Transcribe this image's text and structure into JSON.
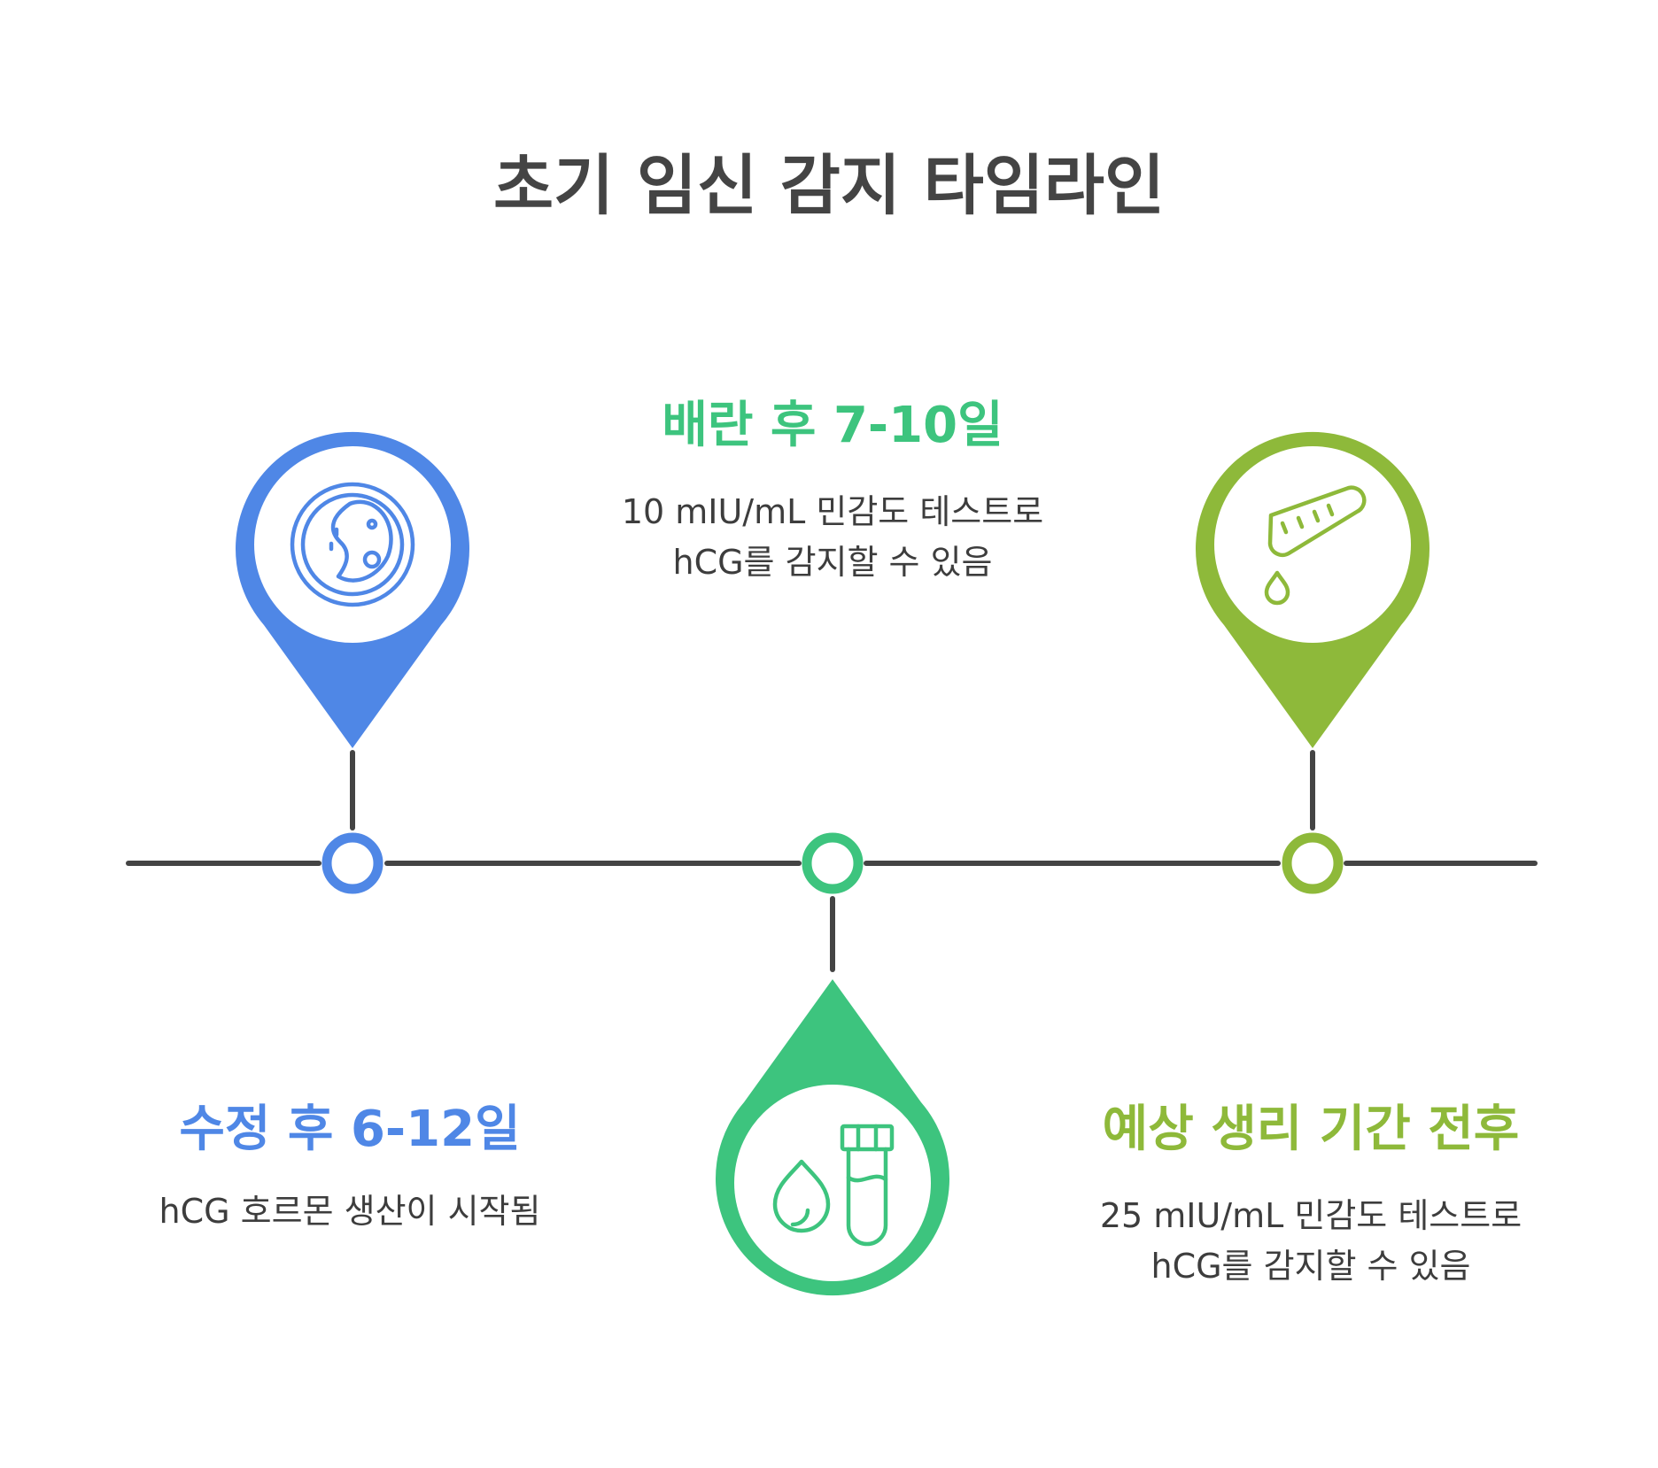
{
  "title": "초기 임신 감지 타임라인",
  "milestones": [
    {
      "heading": "수정 후 6-12일",
      "description": "hCG 호르몬 생산이 시작됨",
      "color": "#4f87e6",
      "icon": "cell-dish-icon"
    },
    {
      "heading": "배란 후 7-10일",
      "description": "10 mIU/mL 민감도 테스트로 hCG를 감지할 수 있음",
      "color": "#3dc47e",
      "icon": "blood-drop-test-tube-icon"
    },
    {
      "heading": "예상 생리 기간 전후",
      "description": "25 mIU/mL 민감도 테스트로 hCG를 감지할 수 있음",
      "color": "#8eb93a",
      "icon": "pouring-test-tube-icon"
    }
  ],
  "colors": {
    "line": "#444444",
    "title": "#444444",
    "text": "#3d3d3d"
  }
}
